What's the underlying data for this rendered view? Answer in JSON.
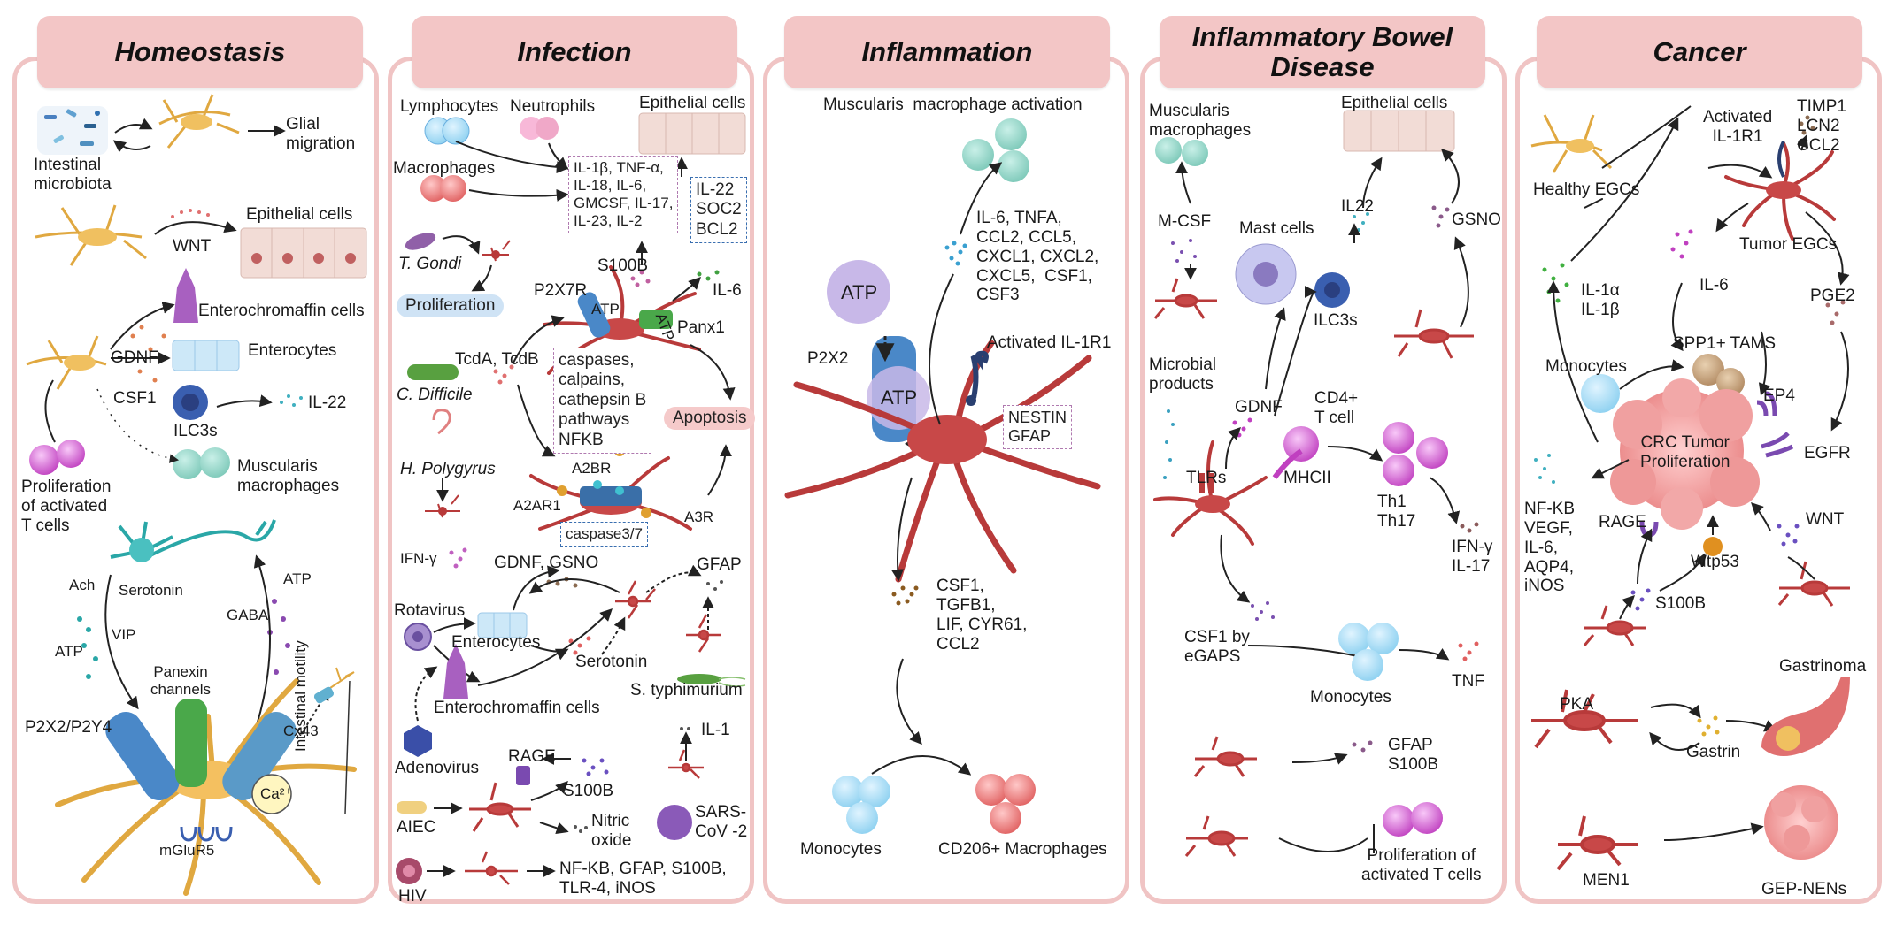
{
  "panels": {
    "homeostasis": {
      "title": "Homeostasis",
      "labels": {
        "microbiota": "Intestinal\nmicrobiota",
        "glial_migration": "Glial\nmigration",
        "wnt": "WNT",
        "epithelial": "Epithelial cells",
        "enterochromaffin": "Enterochromaffin cells",
        "gdnf": "GDNF",
        "enterocytes": "Enterocytes",
        "ilc3s": "ILC3s",
        "il22": "IL-22",
        "csf1": "CSF1",
        "muscularis": "Muscularis\nmacrophages",
        "proliferation": "Proliferation\nof activated\nT cells",
        "ach": "Ach",
        "serotonin": "Serotonin",
        "vip": "VIP",
        "atp_left": "ATP",
        "gaba": "GABA",
        "atp_right": "ATP",
        "panexin": "Panexin\nchannels",
        "p2x2": "P2X2/P2Y4",
        "cx43": "Cx43",
        "ca": "Ca²⁺",
        "mglur5": "mGluR5",
        "motility": "Intestinal motility"
      }
    },
    "infection": {
      "title": "Infection",
      "labels": {
        "lymphocytes": "Lymphocytes",
        "neutrophils": "Neutrophils",
        "epithelial": "Epithelial cells",
        "macrophages": "Macrophages",
        "cytokines": "IL-1β, TNF-α,\nIL-18, IL-6,\nGMCSF, IL-17,\nIL-23, IL-2",
        "il22_box": "IL-22\nSOC2\nBCL2",
        "tgondi": "T. Gondi",
        "proliferation": "Proliferation",
        "s100b": "S100B",
        "p2x7r": "P2X7R",
        "atp_a": "ATP",
        "atp_b": "ATP",
        "il6": "IL-6",
        "panx1": "Panx1",
        "tcda": "TcdA, TcdB",
        "cdifficile": "C. Difficile",
        "caspases": "caspases,\ncalpains,\ncathepsin B\npathways\nNFKB",
        "apoptosis": "Apoptosis",
        "hpolygyrus": "H. Polygyrus",
        "a2br": "A2BR",
        "a2ar": "A2AR1",
        "a3r": "A3R",
        "caspase37": "caspase3/7",
        "ifng": "IFN-γ",
        "gdnf_gsno": "GDNF, GSNO",
        "gfap": "GFAP",
        "rotavirus": "Rotavirus",
        "enterocytes": "Enterocytes",
        "serotonin": "Serotonin",
        "styphi": "S. typhimurium",
        "enterochromaffin": "Enterochromaffin cells",
        "adenovirus": "Adenovirus",
        "rage": "RAGE",
        "s100b_low": "S100B",
        "il1": "IL-1",
        "aiec": "AIEC",
        "nitric": "Nitric\noxide",
        "sars": "SARS-\nCoV -2",
        "hiv": "HIV",
        "nfkb": "NF-KB, GFAP, S100B,\nTLR-4, iNOS"
      }
    },
    "inflammation": {
      "title": "Inflammation",
      "labels": {
        "activation": "Muscularis  macrophage activation",
        "atp_top": "ATP",
        "atp_mid": "ATP",
        "p2x2": "P2X2",
        "cytokines": "IL-6, TNFA,\nCCL2, CCL5,\nCXCL1, CXCL2,\nCXCL5,  CSF1,\nCSF3",
        "il1r1": "Activated IL-1R1",
        "nestin": "NESTIN\nGFAP",
        "csf1": "CSF1,\nTGFB1,\nLIF, CYR61,\nCCL2",
        "monocytes": "Monocytes",
        "cd206": "CD206+ Macrophages"
      }
    },
    "ibd": {
      "title": "Inflammatory Bowel\nDisease",
      "labels": {
        "muscularis": "Muscularis\nmacrophages",
        "epithelial": "Epithelial cells",
        "mcsf": "M-CSF",
        "mast": "Mast cells",
        "il22": "IL22",
        "gsno": "GSNO",
        "ilc3s": "ILC3s",
        "microbial": "Microbial\nproducts",
        "gdnf": "GDNF",
        "cd4": "CD4+\nT cell",
        "tlrs": "TLRs",
        "mhcii": "MHCII",
        "th": "Th1\nTh17",
        "ifn": "IFN-γ\nIL-17",
        "csf1": "CSF1 by\neGAPS",
        "monocytes": "Monocytes",
        "tnf": "TNF",
        "gfap": "GFAP\nS100B",
        "prolif": "Proliferation of\nactivated T cells"
      }
    },
    "cancer": {
      "title": "Cancer",
      "labels": {
        "il1r1": "Activated\nIL-1R1",
        "timp": "TIMP1\nLCN2\nCCL2",
        "healthy": "Healthy EGCs",
        "tumor": "Tumor EGCs",
        "il1a": "IL-1α\nIL-1β",
        "il6": "IL-6",
        "pge2": "PGE2",
        "monocytes": "Monocytes",
        "spp1": "SPP1+ TAMS",
        "ep4": "EP4",
        "crc": "CRC Tumor\nProliferation",
        "egfr": "EGFR",
        "nfkb": "NF-KB\nVEGF,\nIL-6,\nAQP4,\niNOS",
        "rage": "RAGE",
        "wtp53": "Wtp53",
        "wnt": "WNT",
        "s100b": "S100B",
        "gastrinoma": "Gastrinoma",
        "pka": "PKA",
        "gastrin": "Gastrin",
        "men1": "MEN1",
        "gep": "GEP-NENs"
      }
    }
  },
  "colors": {
    "banner": "#f3c6c6",
    "border": "#f0c4c4",
    "glia": "#b83a3a",
    "glia_light": "#e0b060",
    "neuron": "#2aa7a7",
    "receptor_blue": "#4a88c8",
    "receptor_green": "#4aa84a"
  }
}
